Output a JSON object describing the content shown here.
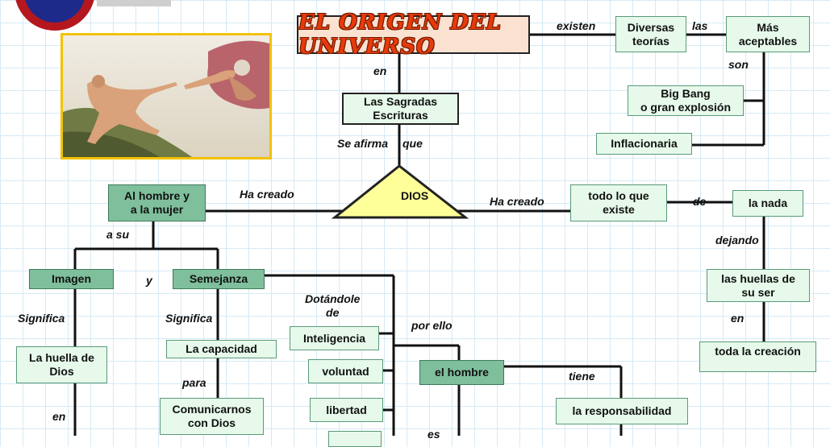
{
  "title": "EL ORIGEN DEL UNIVERSO",
  "nodes": {
    "sagradas": "Las Sagradas\nEscrituras",
    "diversas": "Diversas\nteorías",
    "mas_aceptables": "Más\naceptables",
    "big_bang": "Big Bang\no gran explosión",
    "inflacionaria": "Inflacionaria",
    "dios": "DIOS",
    "hombre_mujer": "Al hombre y\na la mujer",
    "todo_existe": "todo lo que\nexiste",
    "nada": "la nada",
    "imagen": "Imagen",
    "semejanza": "Semejanza",
    "huellas_ser": "las huellas de\nsu ser",
    "toda_creacion": "toda la creación",
    "inteligencia": "Inteligencia",
    "voluntad": "voluntad",
    "libertad": "libertad",
    "el_hombre": "el hombre",
    "responsabilidad": "la responsabilidad",
    "huella_dios": "La huella de\nDios",
    "capacidad": "La capacidad",
    "comunicarnos": "Comunicarnos\ncon Dios"
  },
  "labels": {
    "existen": "existen",
    "las": "las",
    "en1": "en",
    "son": "son",
    "se_afirma": "Se afirma",
    "que": "que",
    "ha_creado_left": "Ha creado",
    "ha_creado_right": "Ha creado",
    "de1": "de",
    "a_su": "a  su",
    "y": "y",
    "dejando": "dejando",
    "dotandole": "Dotándole\nde",
    "significa1": "Significa",
    "significa2": "Significa",
    "por_ello": "por ello",
    "en2": "en",
    "tiene": "tiene",
    "para": "para",
    "en3": "en",
    "es": "es"
  },
  "colors": {
    "dios_fill": "#ffff99",
    "node_fill": "#e6f9ea",
    "node_dark": "#7fbf9c",
    "title_text": "#e83a0a"
  },
  "images": {
    "photo": "creation-of-adam-painting",
    "logo": "school-logo"
  }
}
